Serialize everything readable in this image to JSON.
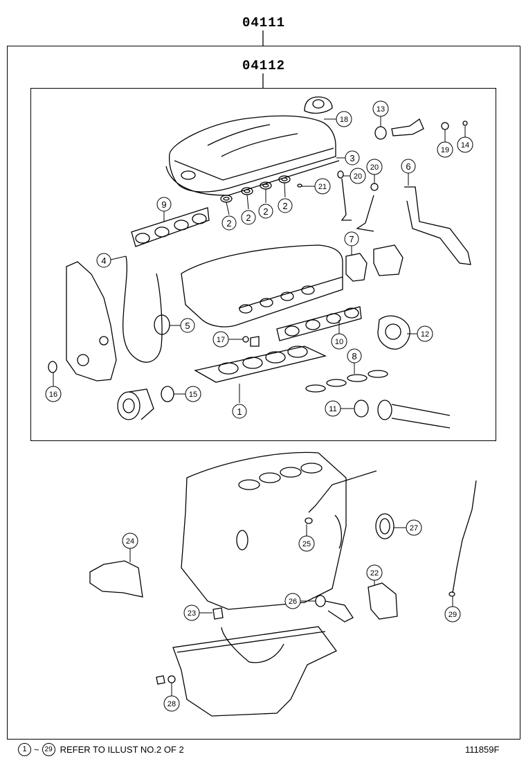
{
  "header": {
    "outer_code": "04111",
    "inner_code": "04112"
  },
  "callouts": [
    {
      "id": "c1",
      "label": "1"
    },
    {
      "id": "c2a",
      "label": "2"
    },
    {
      "id": "c2b",
      "label": "2"
    },
    {
      "id": "c2c",
      "label": "2"
    },
    {
      "id": "c2d",
      "label": "2"
    },
    {
      "id": "c3",
      "label": "3"
    },
    {
      "id": "c4",
      "label": "4"
    },
    {
      "id": "c5",
      "label": "5"
    },
    {
      "id": "c6",
      "label": "6"
    },
    {
      "id": "c7",
      "label": "7"
    },
    {
      "id": "c8",
      "label": "8"
    },
    {
      "id": "c9",
      "label": "9"
    },
    {
      "id": "c10",
      "label": "10"
    },
    {
      "id": "c11",
      "label": "11"
    },
    {
      "id": "c12",
      "label": "12"
    },
    {
      "id": "c13",
      "label": "13"
    },
    {
      "id": "c14",
      "label": "14"
    },
    {
      "id": "c15",
      "label": "15"
    },
    {
      "id": "c16",
      "label": "16"
    },
    {
      "id": "c17",
      "label": "17"
    },
    {
      "id": "c18",
      "label": "18"
    },
    {
      "id": "c19",
      "label": "19"
    },
    {
      "id": "c20",
      "label": "20"
    },
    {
      "id": "c21",
      "label": "21"
    },
    {
      "id": "c22",
      "label": "22"
    },
    {
      "id": "c23",
      "label": "23"
    },
    {
      "id": "c24",
      "label": "24"
    },
    {
      "id": "c25",
      "label": "25"
    },
    {
      "id": "c26",
      "label": "26"
    },
    {
      "id": "c27",
      "label": "27"
    },
    {
      "id": "c28",
      "label": "28"
    },
    {
      "id": "c29",
      "label": "29"
    }
  ],
  "footer": {
    "range_start": "1",
    "range_sep": "~",
    "range_end": "29",
    "note": "REFER TO ILLUST NO.2 OF 2",
    "illustration_no": "111859F"
  }
}
